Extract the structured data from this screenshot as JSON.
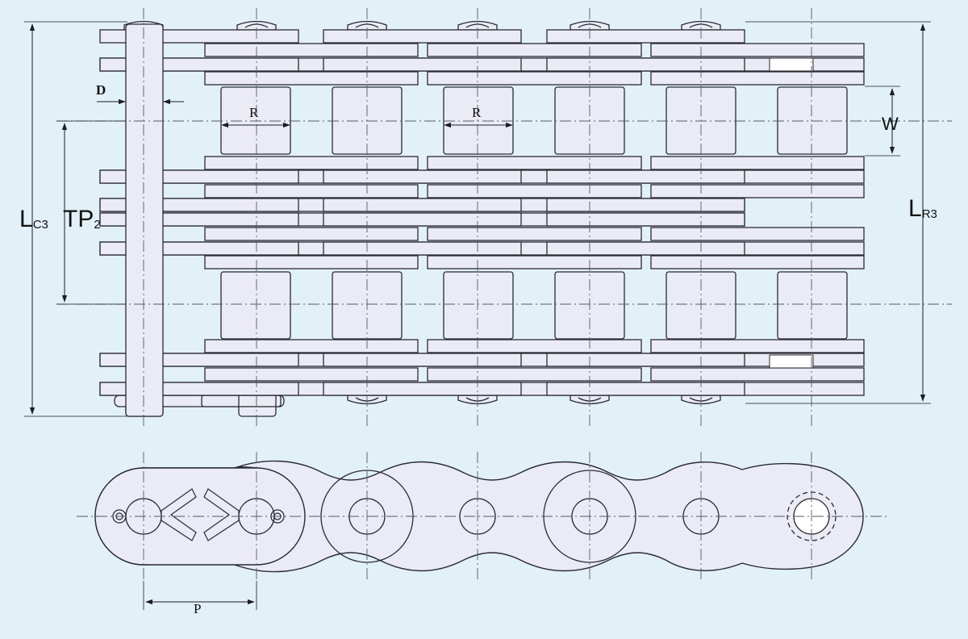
{
  "labels": {
    "d": "D",
    "r1": "R",
    "r2": "R",
    "w": "W",
    "lc_main": "L",
    "lc_sub": "C3",
    "tp_main": "TP",
    "tp_sub": "2",
    "lr_main": "L",
    "lr_sub": "R3",
    "p": "P"
  },
  "colors": {
    "background": "#e2f0f8",
    "part_fill": "#ebebf5",
    "line": "#2a2a33"
  }
}
